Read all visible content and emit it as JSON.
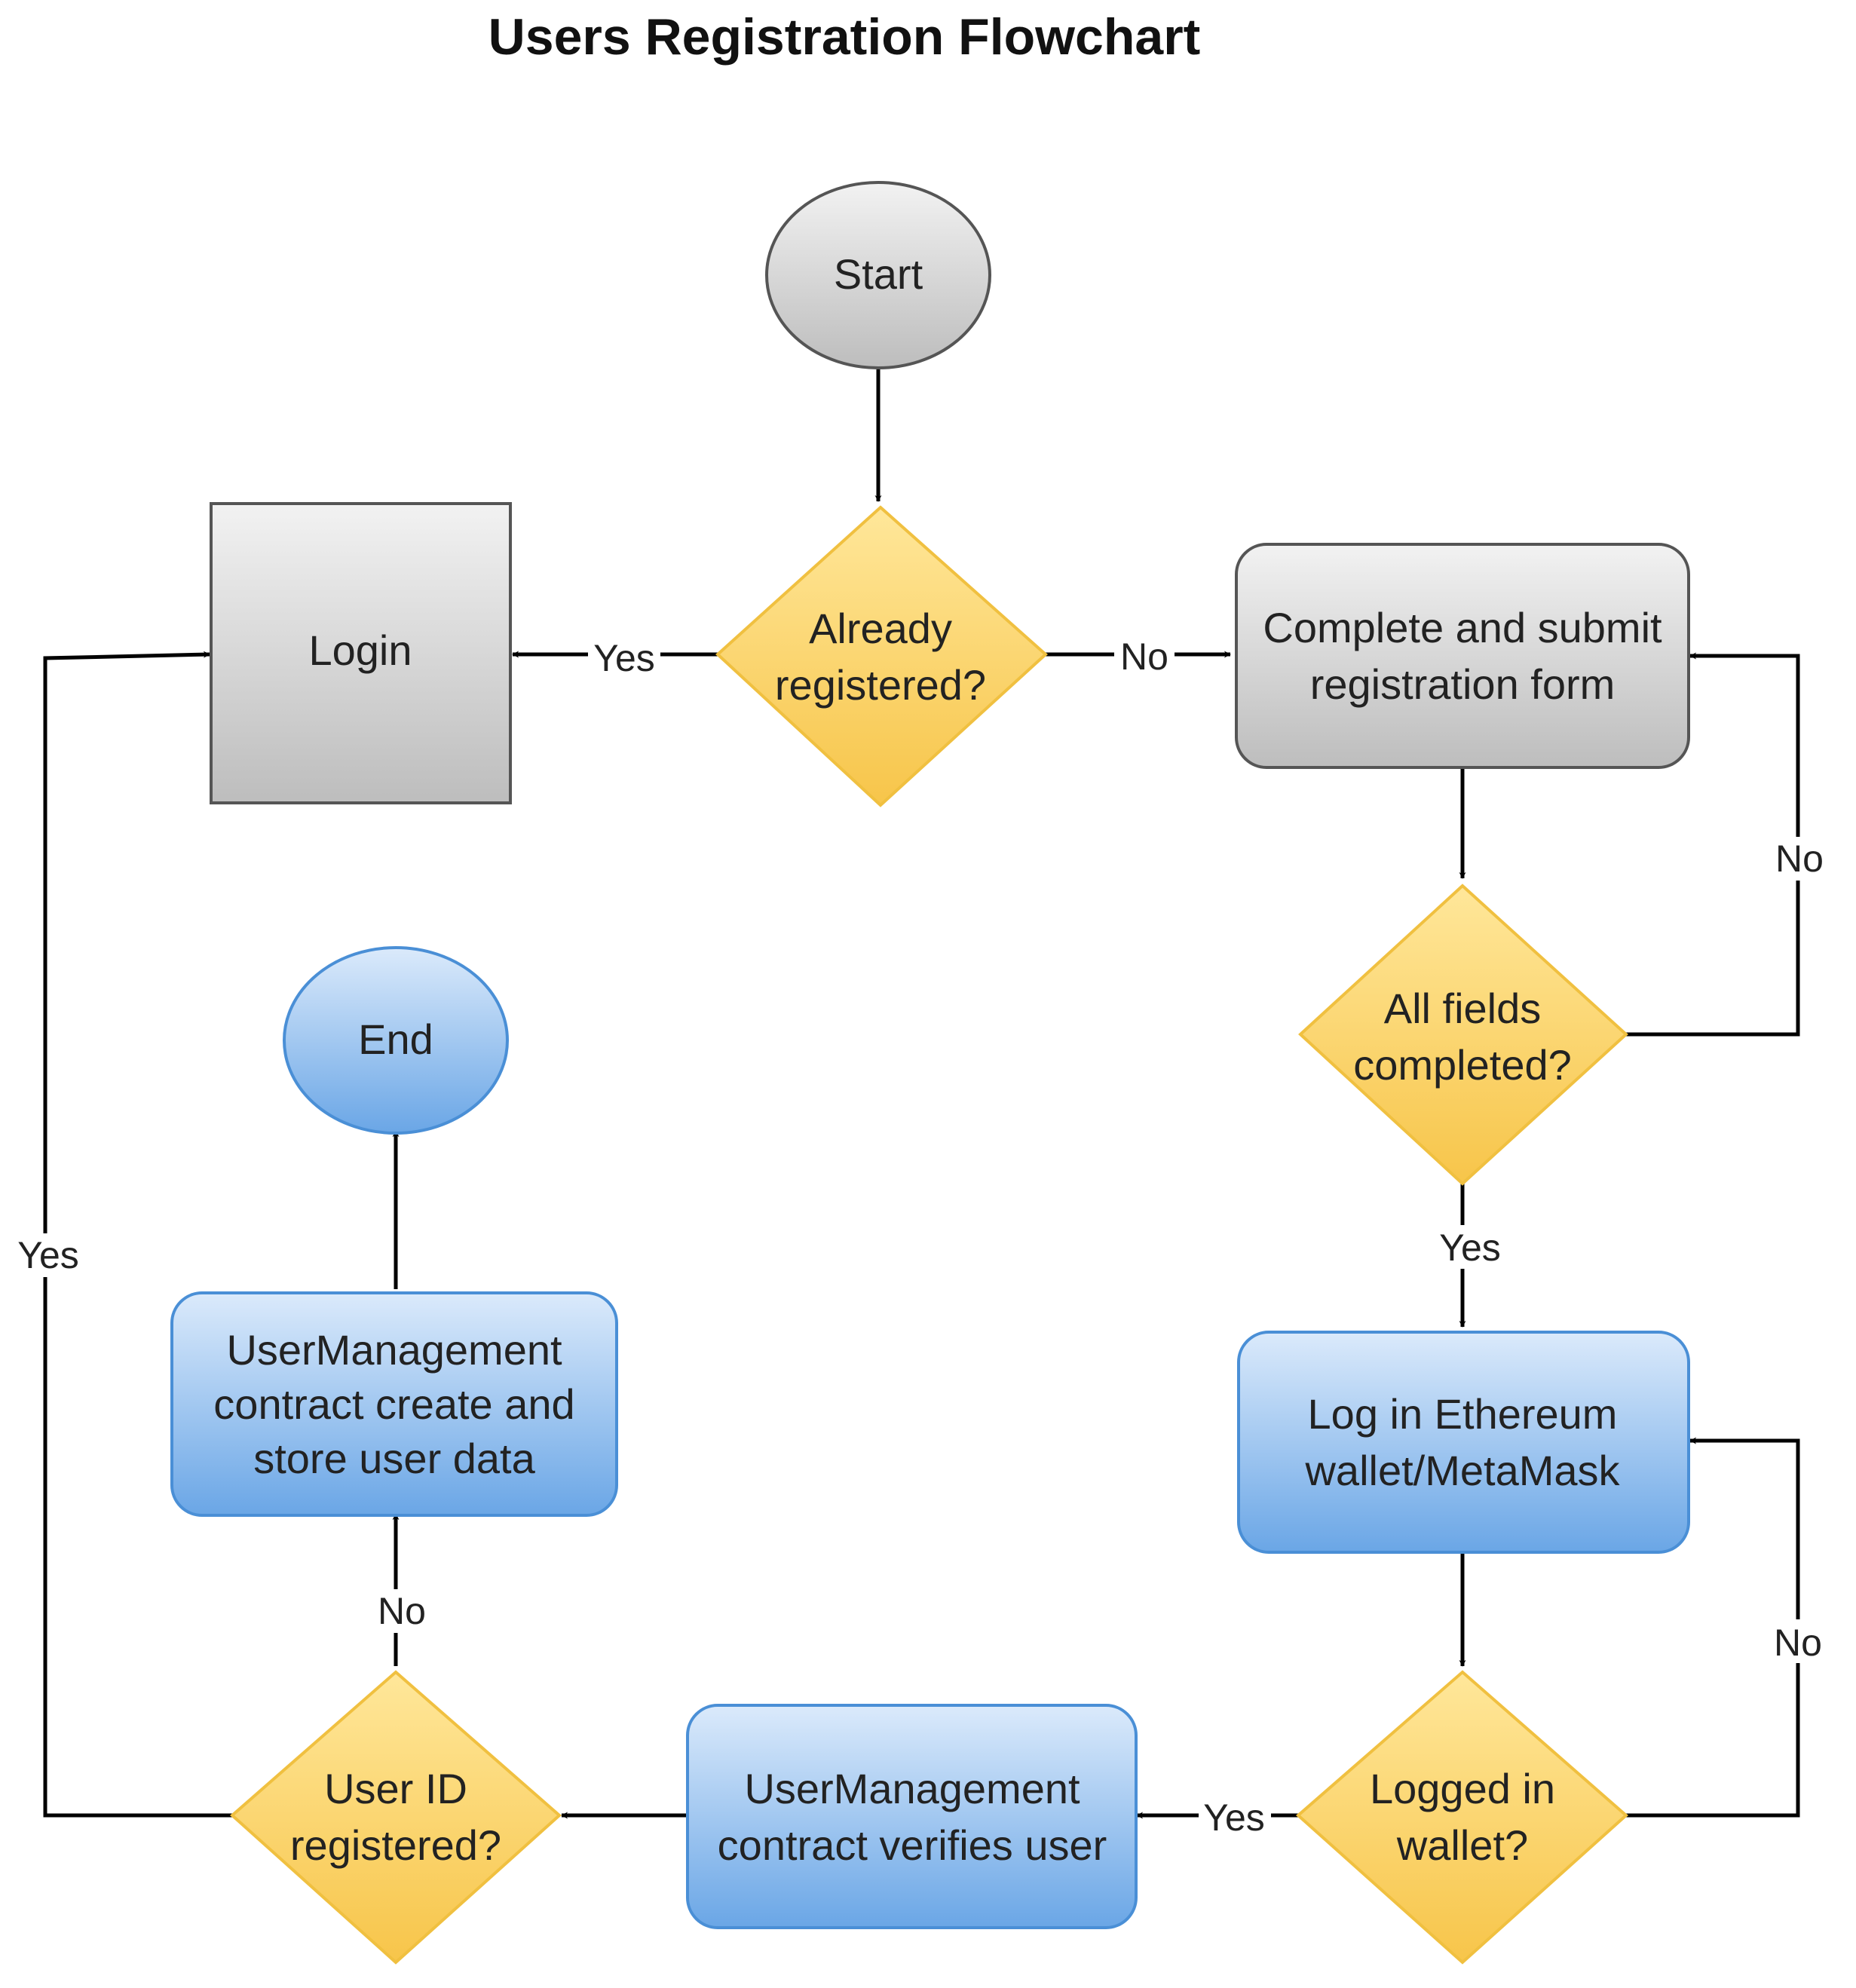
{
  "title": "Users Registration Flowchart",
  "nodes": {
    "start": {
      "label": "Start"
    },
    "login": {
      "label": "Login"
    },
    "already_registered": {
      "lines": [
        "Already",
        "registered?"
      ]
    },
    "registration_form": {
      "lines": [
        "Complete and submit",
        "registration form"
      ]
    },
    "all_fields": {
      "lines": [
        "All fields",
        "completed?"
      ]
    },
    "log_in_wallet": {
      "lines": [
        "Log in Ethereum",
        "wallet/MetaMask"
      ]
    },
    "logged_in_wallet": {
      "lines": [
        "Logged in",
        "wallet?"
      ]
    },
    "verifies_user": {
      "lines": [
        "UserManagement",
        "contract verifies user"
      ]
    },
    "user_id_registered": {
      "lines": [
        "User ID",
        "registered?"
      ]
    },
    "create_store": {
      "lines": [
        "UserManagement",
        "contract create and",
        "store user data"
      ]
    },
    "end": {
      "label": "End"
    }
  },
  "edges": {
    "already_yes": "Yes",
    "already_no": "No",
    "fields_no": "No",
    "fields_yes": "Yes",
    "wallet_no": "No",
    "wallet_yes": "Yes",
    "userid_no": "No",
    "userid_yes": "Yes"
  },
  "colors": {
    "gray_top": "#f2f2f2",
    "gray_bottom": "#bdbdbd",
    "yellow_top": "#ffe79a",
    "yellow_bottom": "#f7c54a",
    "blue_top": "#dbeafb",
    "blue_bottom": "#6aa6e6"
  }
}
